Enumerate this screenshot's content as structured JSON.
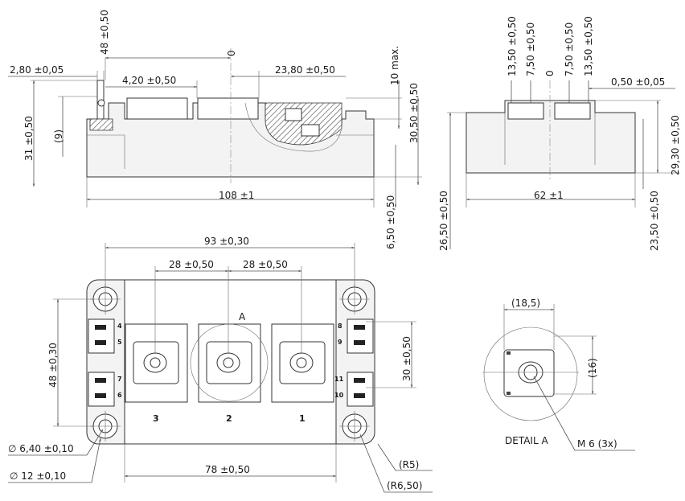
{
  "front_view": {
    "dim_48": "48 ±0,50",
    "dim_0": "0",
    "dim_2_80": "2,80 ±0,05",
    "dim_4_20": "4,20 ±0,50",
    "dim_23_80": "23,80 ±0,50",
    "dim_10max": "10 max.",
    "dim_31": "31 ±0,50",
    "dim_9": "(9)",
    "dim_30_50": "30,50 ±0,50",
    "dim_108": "108 ±1",
    "dim_6_50": "6,50 ±0,50"
  },
  "side_view": {
    "dim_13_50_l": "13,50 ±0,50",
    "dim_7_50_l": "7,50 ±0,50",
    "dim_0": "0",
    "dim_7_50_r": "7,50 ±0,50",
    "dim_13_50_r": "13,50 ±0,50",
    "dim_0_50": "0,50 ±0,05",
    "dim_29_30": "29,30 ±0,50",
    "dim_26_50": "26,50 ±0,50",
    "dim_62": "62 ±1",
    "dim_23_50": "23,50 ±0,50"
  },
  "top_view": {
    "dim_93": "93 ±0,30",
    "dim_28_a": "28 ±0,50",
    "dim_28_b": "28 ±0,50",
    "label_a": "A",
    "dim_48": "48 ±0,30",
    "dim_30": "30 ±0,50",
    "terminal_3": "3",
    "terminal_2": "2",
    "terminal_1": "1",
    "pin_4": "4",
    "pin_5": "5",
    "pin_7": "7",
    "pin_6": "6",
    "pin_8": "8",
    "pin_9": "9",
    "pin_11": "11",
    "pin_10": "10",
    "dim_dia_6_40": "∅ 6,40 ±0,10",
    "dim_dia_12": "∅ 12 ±0,10",
    "dim_78": "78 ±0,50",
    "dim_r5": "(R5)",
    "dim_r6_50": "(R6,50)"
  },
  "detail": {
    "dim_18_5": "(18,5)",
    "dim_16": "(16)",
    "title": "DETAIL A",
    "thread": "M 6 (3x)"
  }
}
